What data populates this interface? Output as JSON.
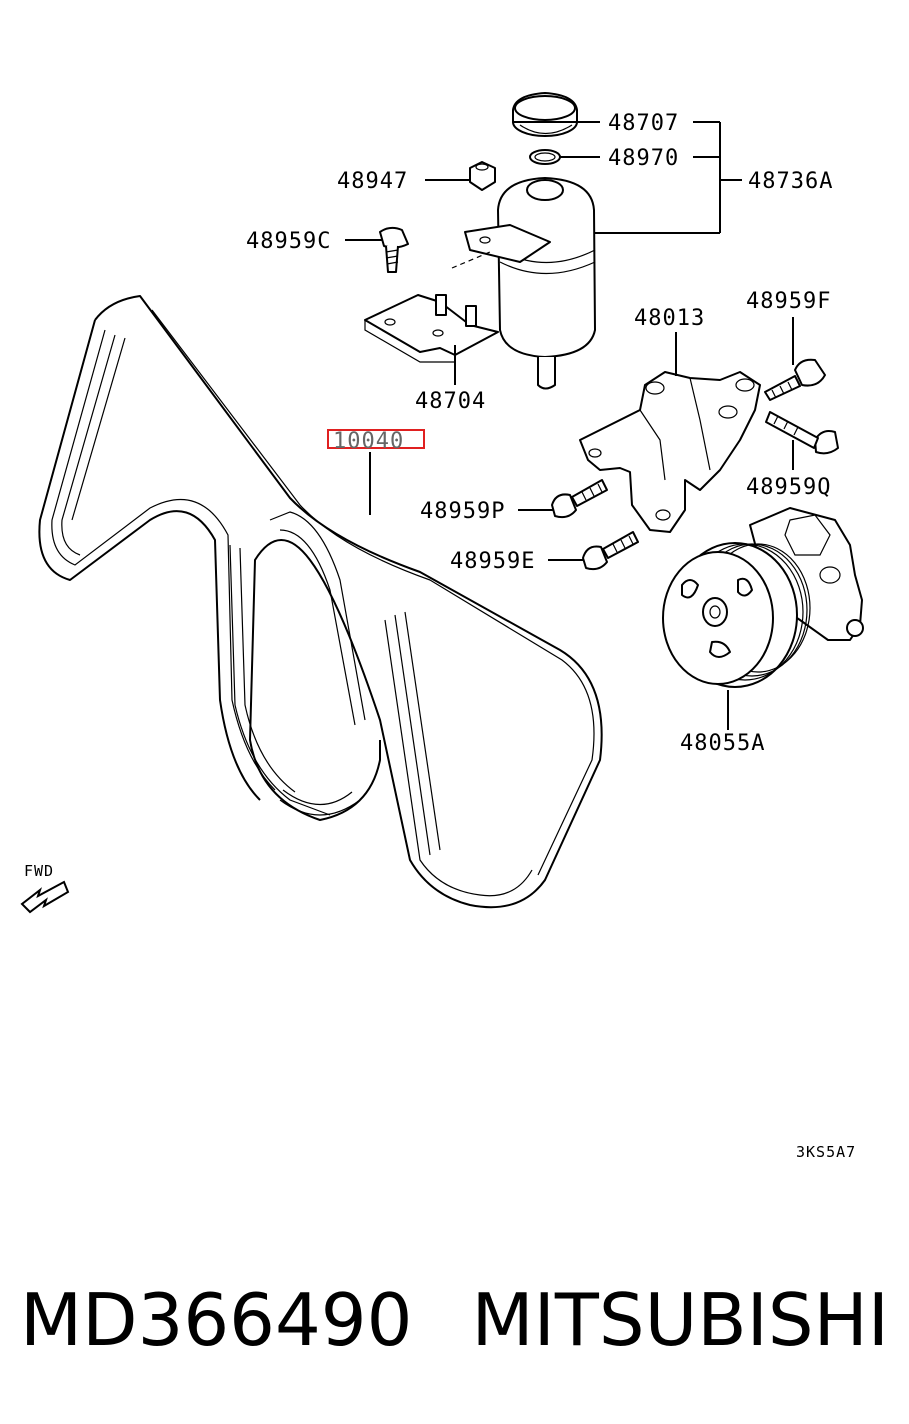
{
  "callouts": {
    "c48707": "48707",
    "c48970": "48970",
    "c48736A": "48736A",
    "c48947": "48947",
    "c48959C": "48959C",
    "c48704": "48704",
    "c48013": "48013",
    "c48959F": "48959F",
    "c48959Q": "48959Q",
    "c10040": "10040",
    "c48959P": "48959P",
    "c48959E": "48959E",
    "c48055A": "48055A"
  },
  "fwd_label": "FWD",
  "diagram_code": "3KS5A7",
  "part_number": "MD366490",
  "brand": "MITSUBISHI",
  "highlight_color": "#e02020"
}
